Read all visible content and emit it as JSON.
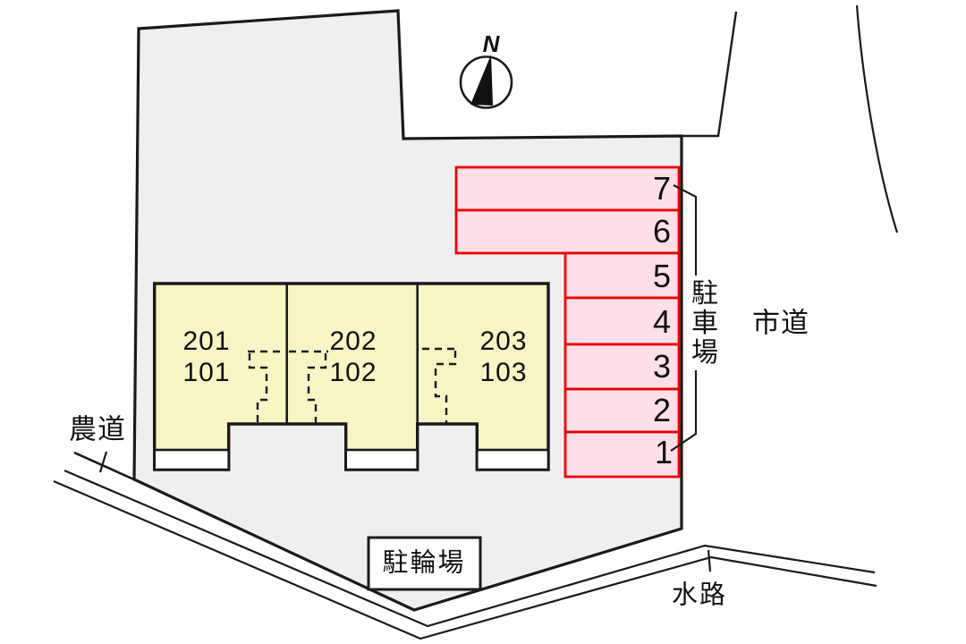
{
  "diagram": {
    "type": "residential site plan",
    "compass": {
      "north_label": "N"
    },
    "building": {
      "units": [
        {
          "upper": "201",
          "lower": "101"
        },
        {
          "upper": "202",
          "lower": "102"
        },
        {
          "upper": "203",
          "lower": "103"
        }
      ]
    },
    "parking": {
      "label": "駐車場",
      "space_numbers_top_to_bottom": [
        "7",
        "6",
        "5",
        "4",
        "3",
        "2",
        "1"
      ]
    },
    "labels": {
      "city_road": "市道",
      "farm_road": "農道",
      "bicycle_parking": "駐輪場",
      "waterway": "水路"
    },
    "colors": {
      "parcel_fill": "#efefef",
      "building_fill": "#f8f4c4",
      "porch_fill": "#ffffff",
      "parking_fill": "#fcdfe9",
      "parking_border": "#ee0000",
      "line": "#1a1a1a"
    }
  }
}
